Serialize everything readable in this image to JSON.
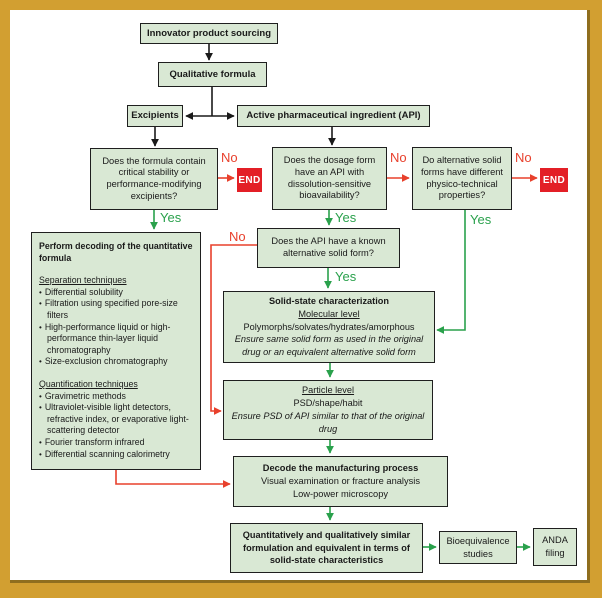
{
  "palette": {
    "frame_gold": "#d29f31",
    "frame_shadow": "#8f6e1e",
    "box_fill": "#d9e8d4",
    "box_border": "#1f1f1f",
    "text": "#1a1a1a",
    "green": "#2aa14c",
    "red": "#e8402c",
    "end_fill": "#e31f26",
    "end_text": "#ffffff"
  },
  "labels": {
    "yes": "Yes",
    "no": "No",
    "end": "END"
  },
  "nodes": {
    "innovator": "Innovator product sourcing",
    "qualitative": "Qualitative formula",
    "excipients": "Excipients",
    "api": "Active pharmaceutical ingredient (API)",
    "q_excipients": "Does the formula contain critical stability or performance-modifying excipients?",
    "q_dosage": "Does the dosage form have an API with dissolution-sensitive bioavailability?",
    "q_solid_forms": "Do alternative solid forms have different physico-technical properties?",
    "q_alt_form": "Does the API have a known alternative solid form?",
    "solid_state": {
      "title": "Solid-state characterization",
      "level": "Molecular level",
      "line": "Polymorphs/solvates/hydrates/amorphous",
      "note": "Ensure same solid form as used in the original drug or an equivalent alternative solid form"
    },
    "particle": {
      "level": "Particle level",
      "line": "PSD/shape/habit",
      "note": "Ensure PSD of API similar to that of the original drug"
    },
    "decode_mfg": {
      "title": "Decode the manufacturing process",
      "line1": "Visual examination or fracture analysis",
      "line2": "Low-power microscopy"
    },
    "similar": "Quantitatively and qualitatively similar formulation and equivalent in terms of solid-state characteristics",
    "bioequivalence": "Bioequivalence studies",
    "anda": "ANDA filing",
    "decoding": {
      "title": "Perform decoding of the quantitative formula",
      "sections": [
        {
          "heading": "Separation techniques",
          "items": [
            "Differential solubility",
            "Filtration using specified pore-size filters",
            "High-performance liquid or high-performance thin-layer liquid chromatography",
            "Size-exclusion chromatography"
          ]
        },
        {
          "heading": "Quantification techniques",
          "items": [
            "Gravimetric methods",
            "Ultraviolet-visible light detectors, refractive index, or evaporative light-scattering detector",
            "Fourier transform infrared",
            "Differential scanning calorimetry"
          ]
        }
      ]
    }
  }
}
